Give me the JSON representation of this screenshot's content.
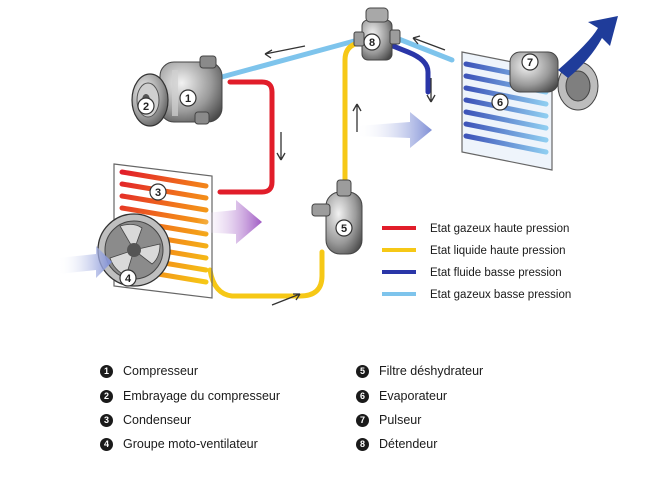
{
  "legend": [
    {
      "label": "Etat gazeux haute pression",
      "color": "#e11d2a"
    },
    {
      "label": "Etat liquide haute pression",
      "color": "#f6c816"
    },
    {
      "label": "Etat fluide basse pression",
      "color": "#2a36a8"
    },
    {
      "label": "Etat gazeux basse pression",
      "color": "#7ec4ec"
    }
  ],
  "component_numbers": [
    "1",
    "2",
    "3",
    "4",
    "5",
    "6",
    "7",
    "8"
  ],
  "components_left": [
    {
      "num": "1",
      "label": "Compresseur"
    },
    {
      "num": "2",
      "label": "Embrayage du compresseur"
    },
    {
      "num": "3",
      "label": "Condenseur"
    },
    {
      "num": "4",
      "label": "Groupe moto-ventilateur"
    }
  ],
  "components_right": [
    {
      "num": "5",
      "label": "Filtre déshydrateur"
    },
    {
      "num": "6",
      "label": "Evaporateur"
    },
    {
      "num": "7",
      "label": "Pulseur"
    },
    {
      "num": "8",
      "label": "Détendeur"
    }
  ],
  "colors": {
    "air_flow": "#7f8fd6",
    "hot_air": "#a05bc4",
    "outflow": "#1f3c9a"
  }
}
